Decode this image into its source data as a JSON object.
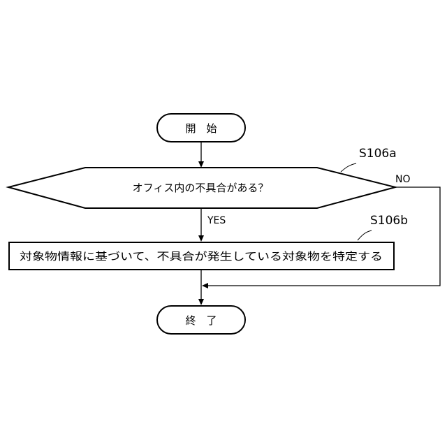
{
  "flowchart": {
    "start": {
      "label": "開　始"
    },
    "decision": {
      "label": "オフィス内の不具合がある？",
      "step_id": "S106a"
    },
    "branches": {
      "yes": "YES",
      "no": "NO"
    },
    "process": {
      "label": "対象物情報に基づいて、不具合が発生している対象物を特定する",
      "step_id": "S106b"
    },
    "end": {
      "label": "終　了"
    }
  },
  "colors": {
    "stroke": "#000000",
    "fill": "#ffffff",
    "background": "#ffffff"
  }
}
